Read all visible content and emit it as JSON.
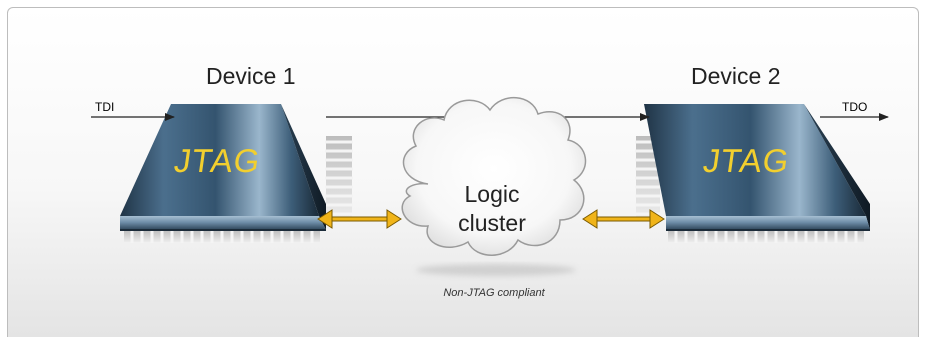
{
  "device1": {
    "title": "Device 1",
    "chip_label": "JTAG"
  },
  "device2": {
    "title": "Device 2",
    "chip_label": "JTAG"
  },
  "signals": {
    "input": "TDI",
    "output": "TDO"
  },
  "logic": {
    "line1": "Logic",
    "line2": "cluster",
    "note": "Non-JTAG compliant"
  },
  "colors": {
    "chip": "#3a5f7c",
    "jtag_text": "#f2cf2e",
    "bus_arrow": "#f0b419",
    "signal_line": "#222222"
  }
}
